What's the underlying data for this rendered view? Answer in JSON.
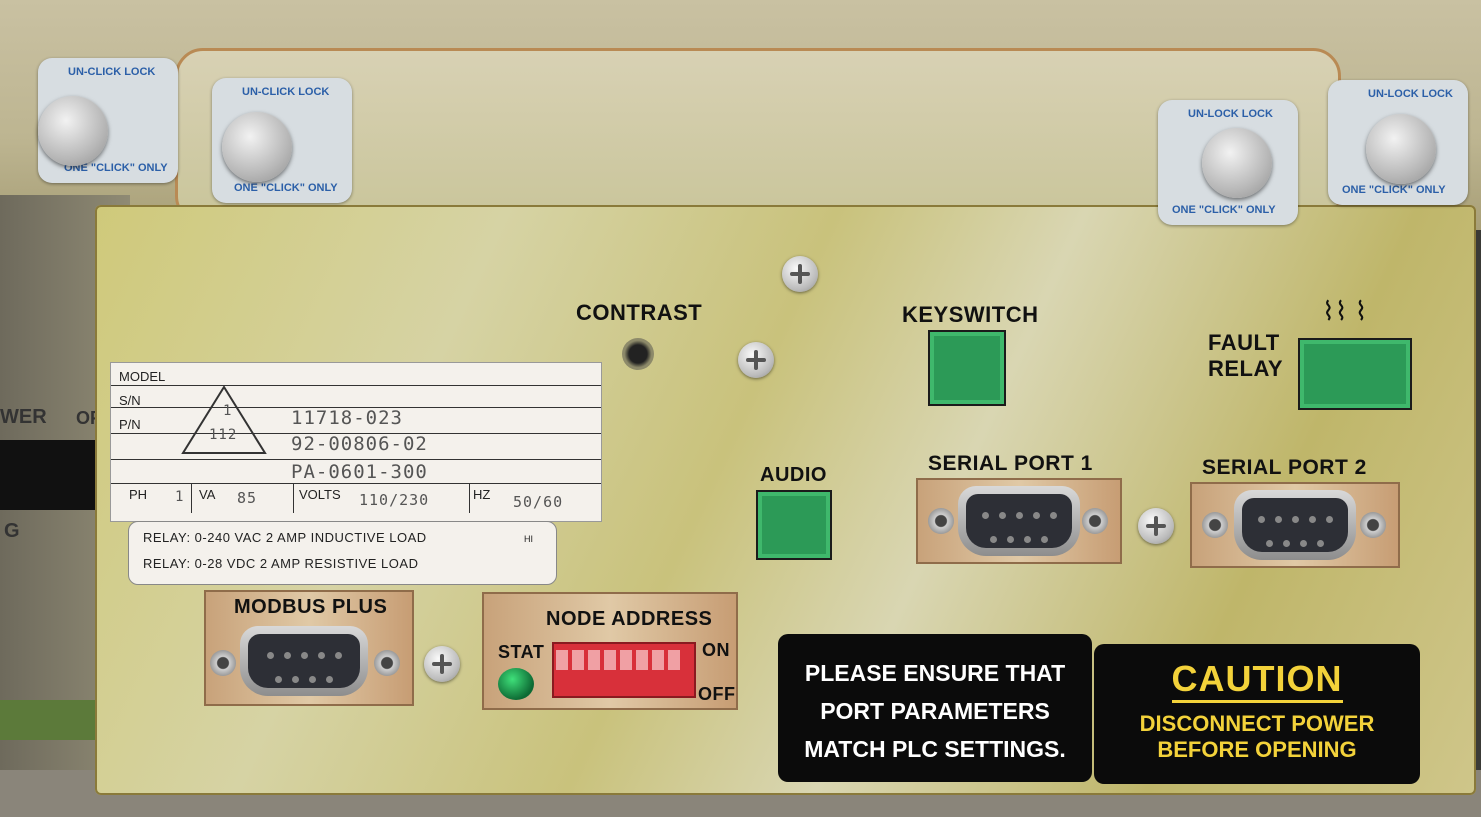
{
  "knob_labels": [
    {
      "top": "UN-CLICK  LOCK",
      "bottom": "ONE \"CLICK\" ONLY"
    },
    {
      "top": "UN-CLICK  LOCK",
      "bottom": "ONE \"CLICK\" ONLY"
    },
    {
      "top": "UN-LOCK  LOCK",
      "bottom": "ONE \"CLICK\" ONLY"
    },
    {
      "top": "UN-LOCK  LOCK",
      "bottom": "ONE \"CLICK\" ONLY"
    }
  ],
  "panel": {
    "contrast": "CONTRAST",
    "keyswitch": "KEYSWITCH",
    "fault_relay_1": "FAULT",
    "fault_relay_2": "RELAY",
    "audio": "AUDIO",
    "serial_port_1": "SERIAL  PORT  1",
    "serial_port_2": "SERIAL  PORT  2",
    "modbus_plus": "MODBUS  PLUS",
    "node_address": "NODE  ADDRESS",
    "stat": "STAT",
    "on": "ON",
    "off": "OFF"
  },
  "rating_label": {
    "model": "MODEL",
    "sn": "S/N",
    "pn": "P/N",
    "sn_value": "11718-023",
    "pn_value": "92-00806-02",
    "pa_value": "PA-0601-300",
    "triangle_top": "1",
    "triangle_bottom": "112",
    "ph": "PH",
    "ph_value": "1",
    "va": "VA",
    "va_value": "85",
    "volts": "VOLTS",
    "volts_value": "110/230",
    "hz": "HZ",
    "hz_value": "50/60"
  },
  "relay_label": {
    "line1": "RELAY:   0-240  VAC    2  AMP    INDUCTIVE  LOAD",
    "line1_suffix": "HI",
    "line2": "RELAY:   0-28  VDC     2  AMP    RESISTIVE  LOAD"
  },
  "notice": {
    "line1": "PLEASE ENSURE THAT",
    "line2": "PORT PARAMETERS",
    "line3": "MATCH PLC SETTINGS."
  },
  "caution": {
    "title": "CAUTION",
    "line1": "DISCONNECT POWER",
    "line2": "BEFORE OPENING"
  },
  "left_device": {
    "power": "WER",
    "off": "OFF",
    "g": "G"
  }
}
